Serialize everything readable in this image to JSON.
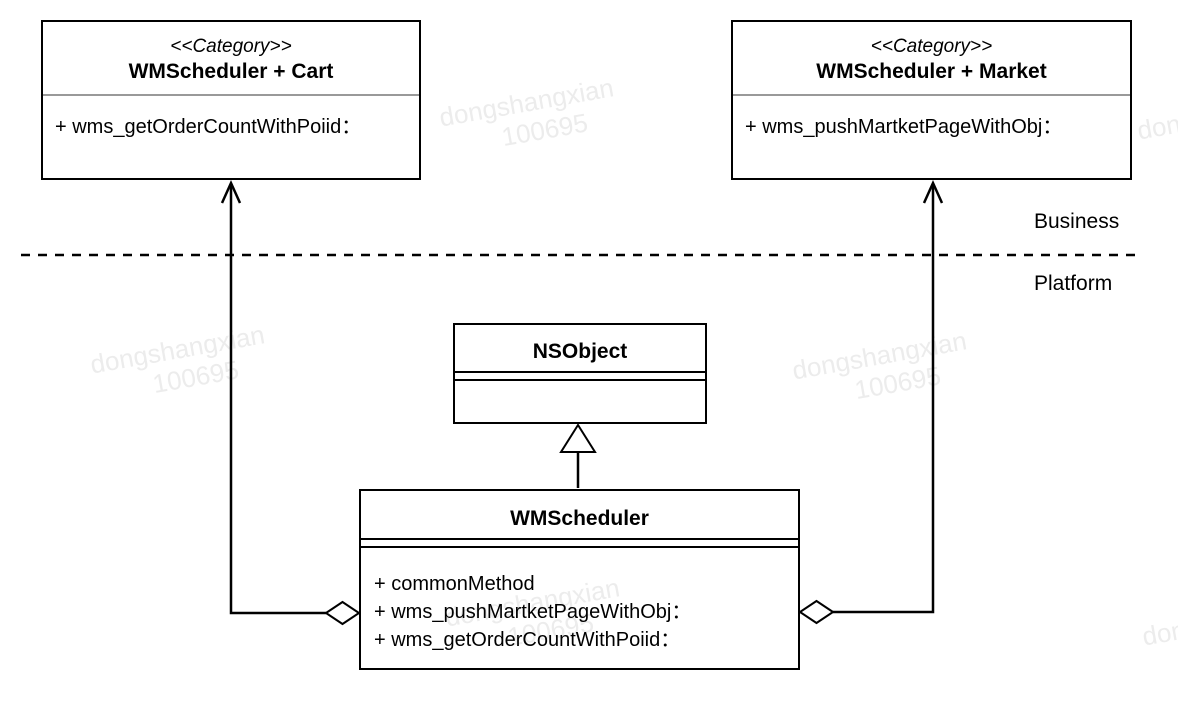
{
  "diagram": {
    "type": "uml-class-diagram",
    "classes": [
      {
        "id": "cart-category",
        "stereotype": "<<Category>>",
        "name": "WMScheduler + Cart",
        "methods": [
          "+ wms_getOrderCountWithPoiid："
        ]
      },
      {
        "id": "market-category",
        "stereotype": "<<Category>>",
        "name": "WMScheduler + Market",
        "methods": [
          "+ wms_pushMartketPageWithObj："
        ]
      },
      {
        "id": "nsobject",
        "name": "NSObject",
        "methods": []
      },
      {
        "id": "wmscheduler",
        "name": "WMScheduler",
        "methods": [
          "+ commonMethod",
          "+ wms_pushMartketPageWithObj：",
          "+ wms_getOrderCountWithPoiid："
        ]
      }
    ],
    "layers": {
      "above_line_label": "Business",
      "below_line_label": "Platform"
    },
    "relationships": [
      {
        "type": "aggregation",
        "from": "WMScheduler",
        "to": "WMScheduler + Cart",
        "diamond_end": "WMScheduler",
        "arrow_end": "WMScheduler + Cart"
      },
      {
        "type": "aggregation",
        "from": "WMScheduler",
        "to": "WMScheduler + Market",
        "diamond_end": "WMScheduler",
        "arrow_end": "WMScheduler + Market"
      },
      {
        "type": "inheritance",
        "from": "WMScheduler",
        "to": "NSObject"
      }
    ],
    "watermark": {
      "line1": "dongshangxian",
      "line2": "100695"
    },
    "colors": {
      "line": "#000000",
      "header_divider_gray": "#999999",
      "watermark": "#ececec",
      "background": "#ffffff"
    }
  }
}
